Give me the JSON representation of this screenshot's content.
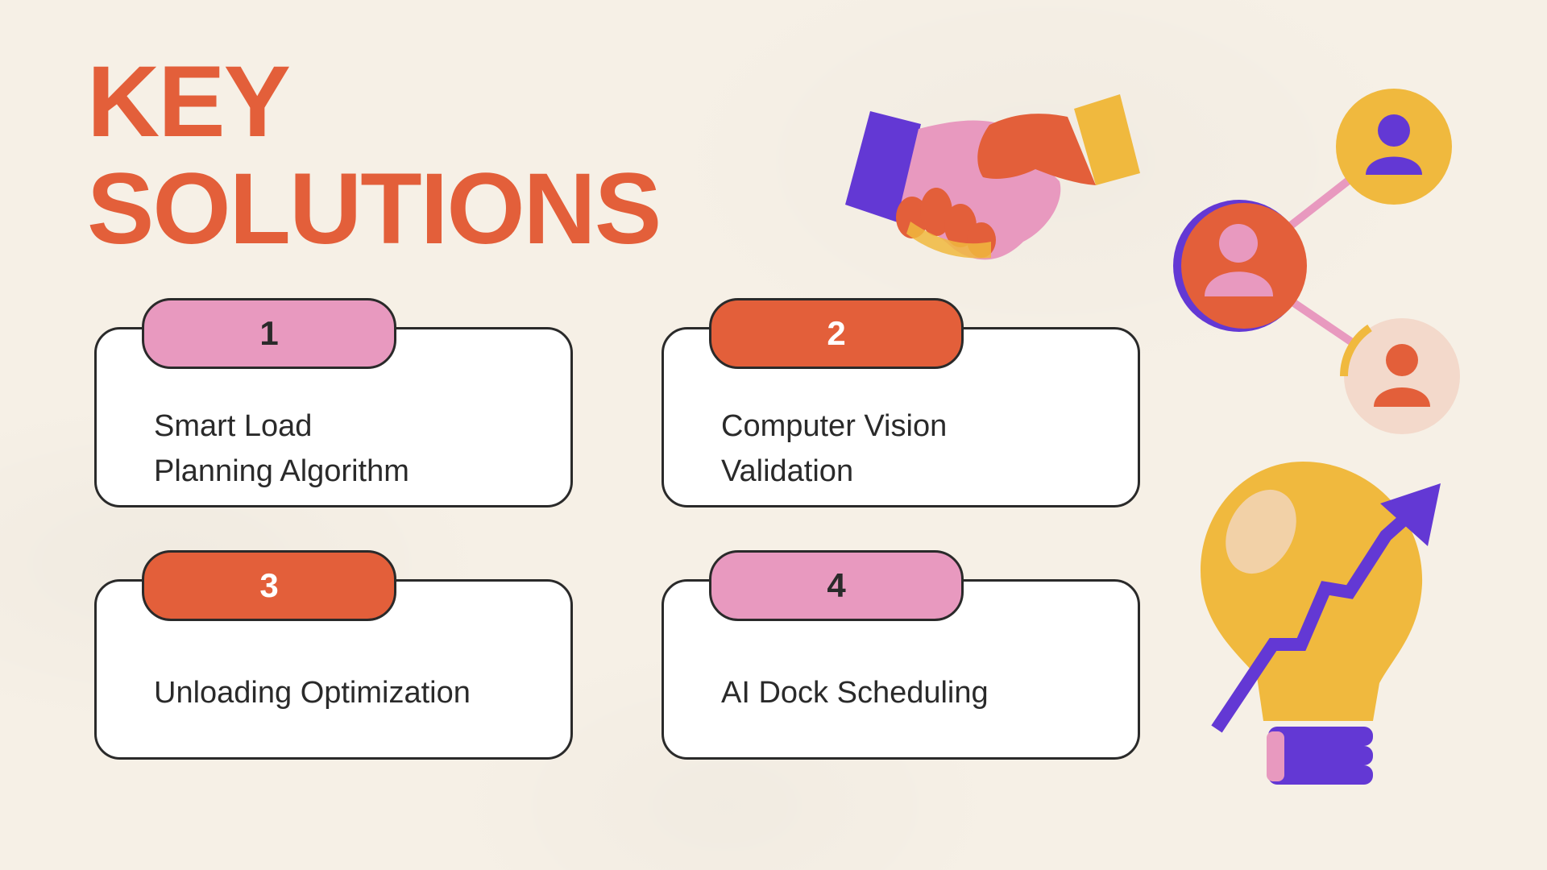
{
  "slide": {
    "title_line1": "KEY",
    "title_line2": "SOLUTIONS"
  },
  "colors": {
    "background": "#F6F0E6",
    "accent_orange": "#E35F3A",
    "accent_pink": "#E899BF",
    "accent_yellow": "#F0B93E",
    "accent_purple": "#6338D4",
    "outline": "#2A2A2A"
  },
  "solutions": [
    {
      "number": "1",
      "line1": "Smart Load",
      "line2": "Planning Algorithm",
      "tab_color": "pink"
    },
    {
      "number": "2",
      "line1": "Computer Vision",
      "line2": "Validation",
      "tab_color": "orange"
    },
    {
      "number": "3",
      "line1": "Unloading Optimization",
      "line2": "",
      "tab_color": "orange"
    },
    {
      "number": "4",
      "line1": "AI Dock Scheduling",
      "line2": "",
      "tab_color": "pink"
    }
  ],
  "illustrations": {
    "top_left": "handshake-icon",
    "top_right": "network-people-icon",
    "bottom_right": "lightbulb-growth-icon"
  }
}
